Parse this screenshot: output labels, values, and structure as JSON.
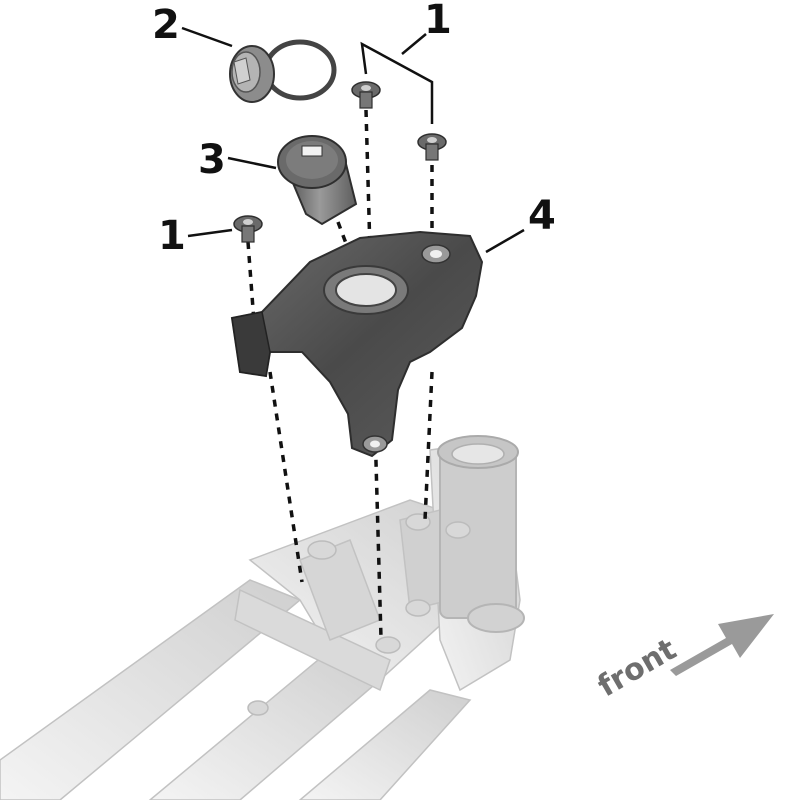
{
  "callouts": {
    "bolts_top": "1",
    "cap": "2",
    "lock_cylinder": "3",
    "bolt_left": "1",
    "bracket": "4"
  },
  "direction_label": "front",
  "colors": {
    "frame": "#d4d4d4",
    "part_dark": "#555555",
    "part_mid": "#8a8a8a",
    "arrow": "#9a9a9a",
    "leader": "#111111"
  }
}
